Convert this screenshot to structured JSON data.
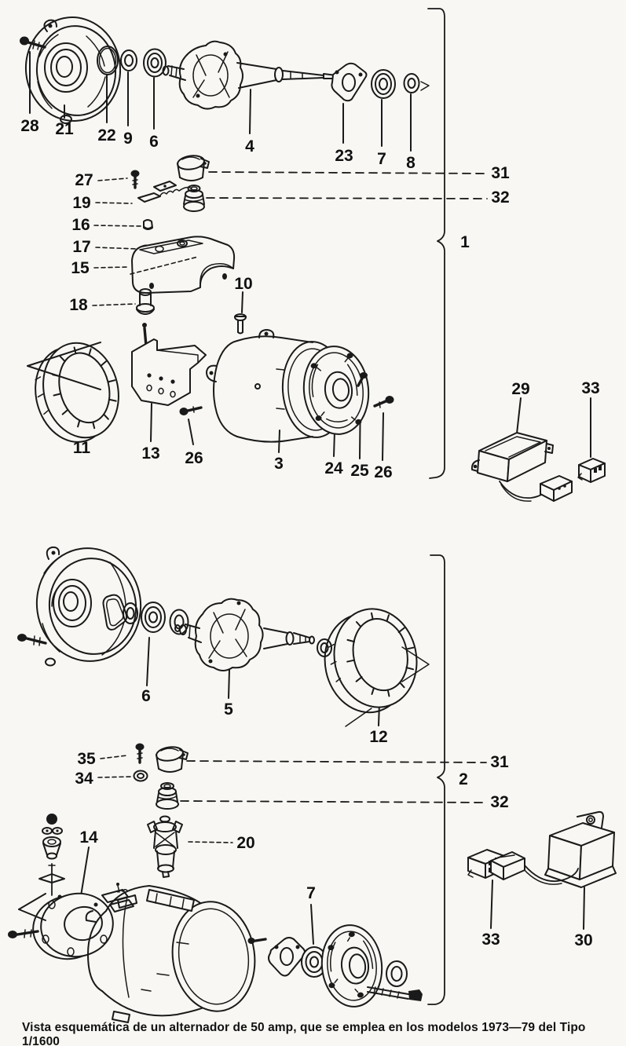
{
  "caption": "Vista esquemática de un alternador de 50 amp, que se emplea en los modelos 1973—79 del Tipo 1/1600",
  "colors": {
    "paper": "#f8f7f3",
    "ink": "#1a1a1a"
  },
  "assembly1": {
    "bracket_label": "1",
    "callouts": {
      "c28": "28",
      "c21": "21",
      "c22": "22",
      "c9": "9",
      "c6": "6",
      "c4": "4",
      "c23": "23",
      "c7": "7",
      "c8": "8",
      "c31": "31",
      "c32": "32",
      "c27": "27",
      "c19": "19",
      "c16": "16",
      "c17": "17",
      "c15": "15",
      "c18": "18",
      "c10": "10",
      "c11": "11",
      "c13": "13",
      "c26a": "26",
      "c3": "3",
      "c24": "24",
      "c25": "25",
      "c26b": "26",
      "c29": "29",
      "c33": "33"
    }
  },
  "assembly2": {
    "bracket_label": "2",
    "callouts": {
      "c6": "6",
      "c5": "5",
      "c12": "12",
      "c35": "35",
      "c34": "34",
      "c31": "31",
      "c32": "32",
      "c14": "14",
      "c20": "20",
      "c7": "7",
      "c33": "33",
      "c30": "30"
    }
  }
}
